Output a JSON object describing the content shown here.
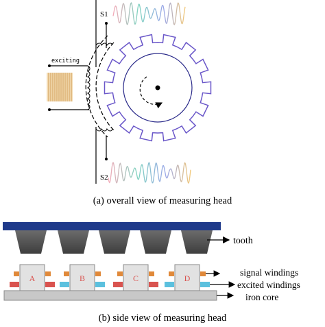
{
  "panel_a": {
    "caption": "(a) overall view of measuring head",
    "labels": {
      "s1": "S1",
      "s2": "S2",
      "exciting": "exciting"
    }
  },
  "panel_b": {
    "caption": "(b) side view of measuring head",
    "blocks": [
      "A",
      "B",
      "C",
      "D"
    ],
    "callouts": {
      "tooth": "tooth",
      "signal": "signal windings",
      "excited": "excited windings",
      "core": "iron core"
    }
  },
  "colors": {
    "navy_plate": "#1f3a8a",
    "teeth": "#555555",
    "block": "#e2e2e2",
    "signal_winding": "#e0893a",
    "excited_winding_red": "#d9534f",
    "excited_winding_cyan": "#5bc0de",
    "core": "#c8c8c8",
    "block_letter": "#d9534f"
  }
}
